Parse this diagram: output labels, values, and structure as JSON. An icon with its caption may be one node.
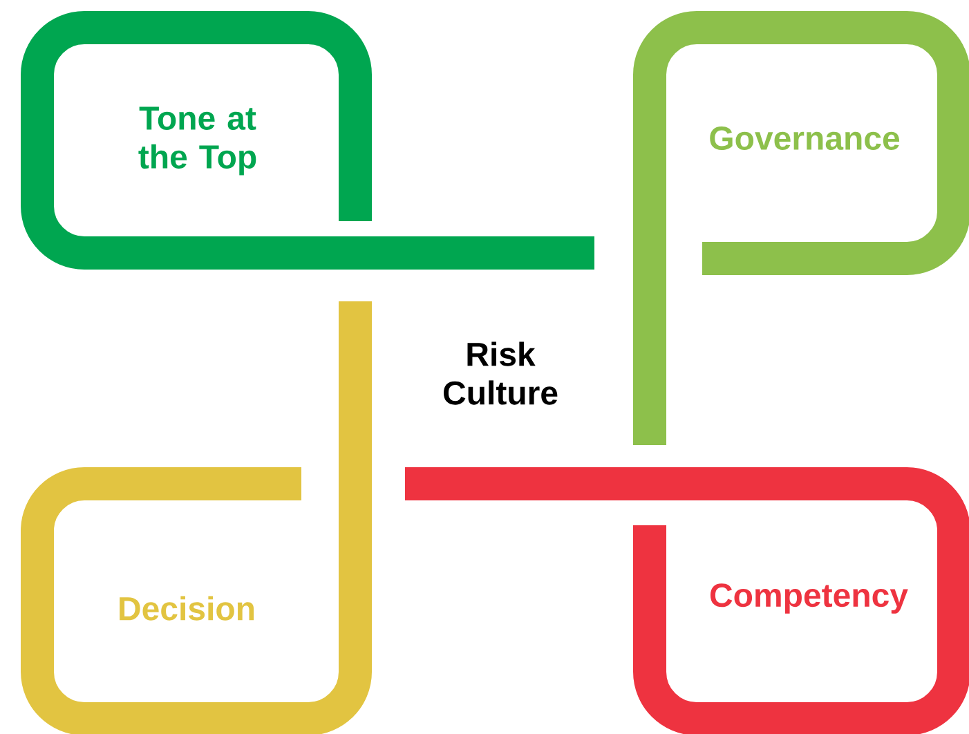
{
  "diagram": {
    "nodes": [
      {
        "text": [
          "Tone at the Top"
        ]
      },
      {
        "text": [
          "Governance"
        ]
      },
      {
        "text": [
          "Decision"
        ]
      },
      {
        "text": [
          "Competency"
        ]
      }
    ],
    "labels": [
      "Risk Culture"
    ]
  }
}
